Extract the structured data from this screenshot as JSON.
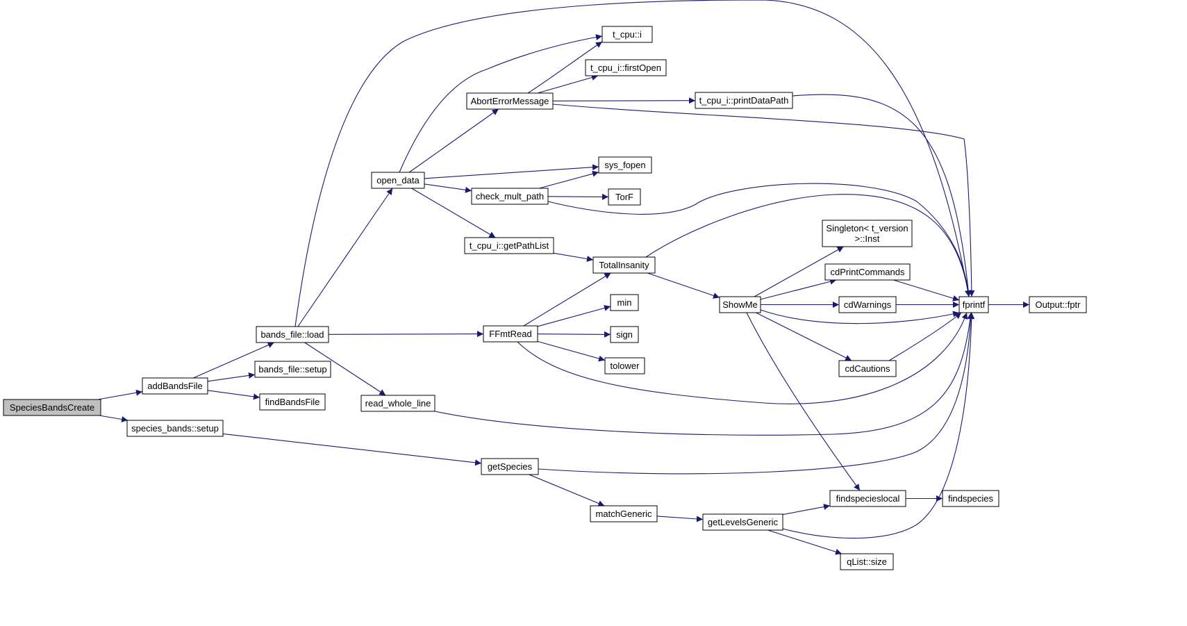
{
  "colors": {
    "edge": "#191970",
    "node_fill": "#ffffff",
    "root_fill": "#bfbfbf",
    "node_border": "#000000",
    "background": "#ffffff"
  },
  "nodes": [
    {
      "id": "SpeciesBandsCreate",
      "label": "SpeciesBandsCreate",
      "root": true
    },
    {
      "id": "addBandsFile",
      "label": "addBandsFile"
    },
    {
      "id": "species_bands_setup",
      "label": "species_bands::setup"
    },
    {
      "id": "bands_file_load",
      "label": "bands_file::load"
    },
    {
      "id": "bands_file_setup",
      "label": "bands_file::setup"
    },
    {
      "id": "findBandsFile",
      "label": "findBandsFile"
    },
    {
      "id": "open_data",
      "label": "open_data"
    },
    {
      "id": "read_whole_line",
      "label": "read_whole_line"
    },
    {
      "id": "t_cpu_i",
      "label": "t_cpu::i"
    },
    {
      "id": "t_cpu_i_firstOpen",
      "label": "t_cpu_i::firstOpen"
    },
    {
      "id": "AbortErrorMessage",
      "label": "AbortErrorMessage"
    },
    {
      "id": "sys_fopen",
      "label": "sys_fopen"
    },
    {
      "id": "check_mult_path",
      "label": "check_mult_path"
    },
    {
      "id": "TorF",
      "label": "TorF"
    },
    {
      "id": "t_cpu_i_getPathList",
      "label": "t_cpu_i::getPathList"
    },
    {
      "id": "t_cpu_i_printDataPath",
      "label": "t_cpu_i::printDataPath"
    },
    {
      "id": "TotalInsanity",
      "label": "TotalInsanity"
    },
    {
      "id": "FFmtRead",
      "label": "FFmtRead"
    },
    {
      "id": "min",
      "label": "min"
    },
    {
      "id": "sign",
      "label": "sign"
    },
    {
      "id": "tolower",
      "label": "tolower"
    },
    {
      "id": "ShowMe",
      "label": "ShowMe"
    },
    {
      "id": "Singleton_Inst",
      "label": "Singleton< t_version\n>::Inst"
    },
    {
      "id": "cdPrintCommands",
      "label": "cdPrintCommands"
    },
    {
      "id": "cdWarnings",
      "label": "cdWarnings"
    },
    {
      "id": "cdCautions",
      "label": "cdCautions"
    },
    {
      "id": "fprintf",
      "label": "fprintf"
    },
    {
      "id": "Output_fptr",
      "label": "Output::fptr"
    },
    {
      "id": "getSpecies",
      "label": "getSpecies"
    },
    {
      "id": "matchGeneric",
      "label": "matchGeneric"
    },
    {
      "id": "getLevelsGeneric",
      "label": "getLevelsGeneric"
    },
    {
      "id": "findspecieslocal",
      "label": "findspecieslocal"
    },
    {
      "id": "findspecies",
      "label": "findspecies"
    },
    {
      "id": "qList_size",
      "label": "qList::size"
    }
  ],
  "edges": [
    {
      "from": "SpeciesBandsCreate",
      "to": "addBandsFile"
    },
    {
      "from": "SpeciesBandsCreate",
      "to": "species_bands_setup"
    },
    {
      "from": "addBandsFile",
      "to": "bands_file_load"
    },
    {
      "from": "addBandsFile",
      "to": "bands_file_setup"
    },
    {
      "from": "addBandsFile",
      "to": "findBandsFile"
    },
    {
      "from": "bands_file_load",
      "to": "fprintf"
    },
    {
      "from": "bands_file_load",
      "to": "open_data"
    },
    {
      "from": "bands_file_load",
      "to": "FFmtRead"
    },
    {
      "from": "bands_file_load",
      "to": "read_whole_line"
    },
    {
      "from": "open_data",
      "to": "t_cpu_i"
    },
    {
      "from": "open_data",
      "to": "AbortErrorMessage"
    },
    {
      "from": "open_data",
      "to": "sys_fopen"
    },
    {
      "from": "open_data",
      "to": "check_mult_path"
    },
    {
      "from": "open_data",
      "to": "t_cpu_i_getPathList"
    },
    {
      "from": "AbortErrorMessage",
      "to": "t_cpu_i"
    },
    {
      "from": "AbortErrorMessage",
      "to": "t_cpu_i_firstOpen"
    },
    {
      "from": "AbortErrorMessage",
      "to": "t_cpu_i_printDataPath"
    },
    {
      "from": "AbortErrorMessage",
      "to": "fprintf"
    },
    {
      "from": "t_cpu_i_printDataPath",
      "to": "fprintf"
    },
    {
      "from": "check_mult_path",
      "to": "sys_fopen"
    },
    {
      "from": "check_mult_path",
      "to": "TorF"
    },
    {
      "from": "check_mult_path",
      "to": "fprintf"
    },
    {
      "from": "t_cpu_i_getPathList",
      "to": "TotalInsanity"
    },
    {
      "from": "TotalInsanity",
      "to": "fprintf"
    },
    {
      "from": "TotalInsanity",
      "to": "ShowMe"
    },
    {
      "from": "FFmtRead",
      "to": "TotalInsanity"
    },
    {
      "from": "FFmtRead",
      "to": "min"
    },
    {
      "from": "FFmtRead",
      "to": "sign"
    },
    {
      "from": "FFmtRead",
      "to": "tolower"
    },
    {
      "from": "FFmtRead",
      "to": "fprintf"
    },
    {
      "from": "ShowMe",
      "to": "Singleton_Inst"
    },
    {
      "from": "ShowMe",
      "to": "cdPrintCommands"
    },
    {
      "from": "ShowMe",
      "to": "cdWarnings"
    },
    {
      "from": "ShowMe",
      "to": "fprintf"
    },
    {
      "from": "ShowMe",
      "to": "cdCautions"
    },
    {
      "from": "ShowMe",
      "to": "findspecieslocal"
    },
    {
      "from": "cdPrintCommands",
      "to": "fprintf"
    },
    {
      "from": "cdWarnings",
      "to": "fprintf"
    },
    {
      "from": "cdCautions",
      "to": "fprintf"
    },
    {
      "from": "fprintf",
      "to": "Output_fptr"
    },
    {
      "from": "read_whole_line",
      "to": "fprintf"
    },
    {
      "from": "species_bands_setup",
      "to": "getSpecies"
    },
    {
      "from": "getSpecies",
      "to": "fprintf"
    },
    {
      "from": "getSpecies",
      "to": "matchGeneric"
    },
    {
      "from": "matchGeneric",
      "to": "getLevelsGeneric"
    },
    {
      "from": "getLevelsGeneric",
      "to": "findspecieslocal"
    },
    {
      "from": "getLevelsGeneric",
      "to": "fprintf"
    },
    {
      "from": "getLevelsGeneric",
      "to": "qList_size"
    },
    {
      "from": "findspecieslocal",
      "to": "findspecies"
    }
  ]
}
